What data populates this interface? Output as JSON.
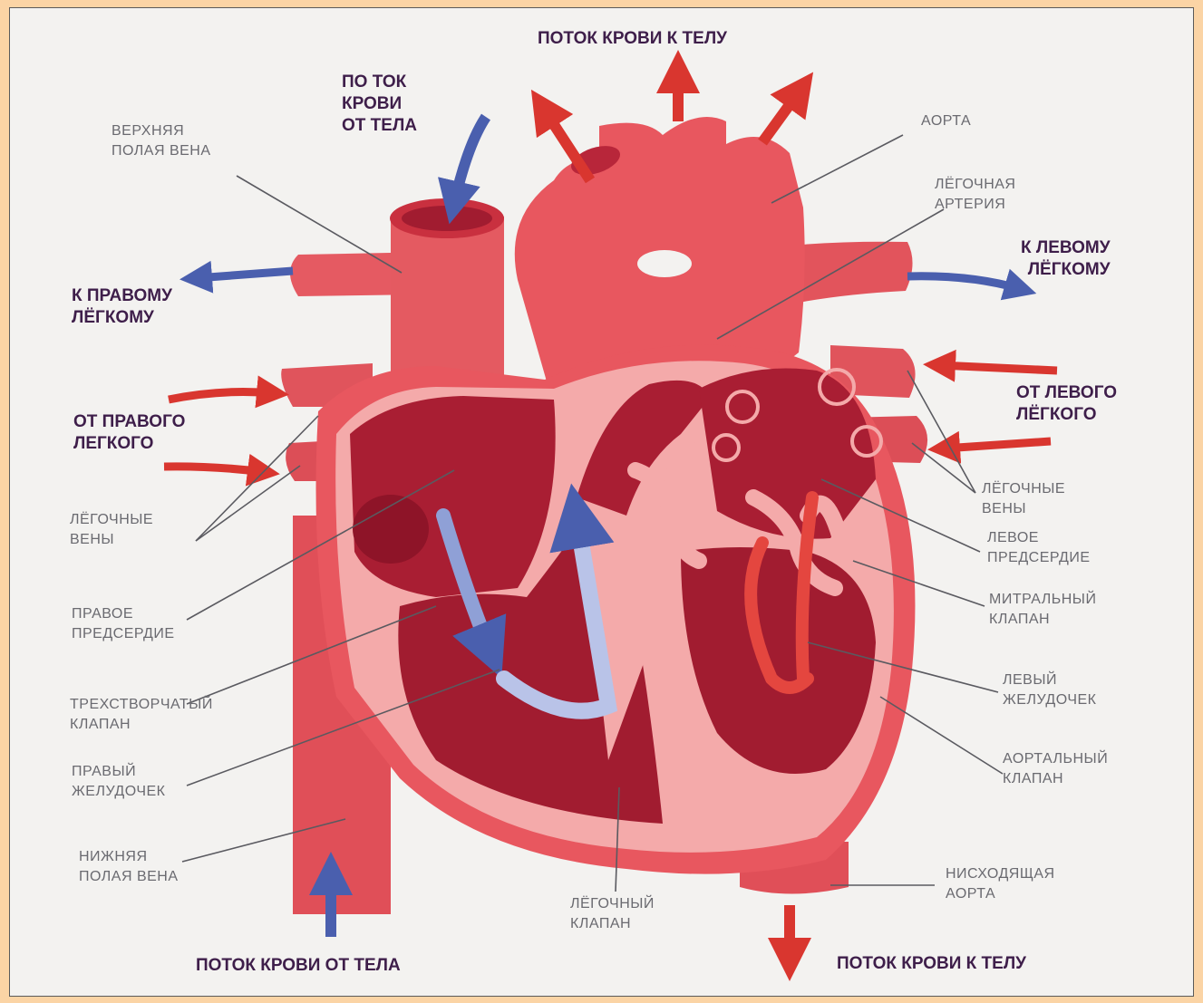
{
  "colors": {
    "background": "#F3F2F0",
    "heart_outer": "#E8575F",
    "heart_light": "#F3A7A6",
    "heart_dark": "#A91E33",
    "oxygenated_arrow": "#D9362F",
    "deoxygenated_arrow": "#4A5FAE",
    "flow_label": "#3E1E4A",
    "part_label": "#6A6A70"
  },
  "flow_labels": {
    "to_body_top": "ПОТОК КРОВИ К ТЕЛУ",
    "from_body_top": "ПО ТОК\nКРОВИ\nОТ ТЕЛА",
    "to_left_lung": "К ЛЕВОМУ\nЛЁГКОМУ",
    "to_right_lung": "К ПРАВОМУ\nЛЁГКОМУ",
    "from_right_lung": "ОТ ПРАВОГО\nЛЕГКОГО",
    "from_left_lung": "ОТ ЛЕВОГО\nЛЁГКОГО",
    "from_body_bottom": "ПОТОК КРОВИ ОТ ТЕЛА",
    "to_body_bottom": "ПОТОК КРОВИ К ТЕЛУ"
  },
  "part_labels": {
    "superior_vena_cava": "ВЕРХНЯЯ\nПОЛАЯ ВЕНА",
    "aorta": "АОРТА",
    "pulmonary_artery": "ЛЁГОЧНАЯ\nАРТЕРИЯ",
    "pulmonary_veins_left": "ЛЁГОЧНЫЕ\nВЕНЫ",
    "pulmonary_veins_right": "ЛЁГОЧНЫЕ\nВЕНЫ",
    "left_atrium": "ЛЕВОЕ\nПРЕДСЕРДИЕ",
    "mitral_valve": "МИТРАЛЬНЫЙ\nКЛАПАН",
    "left_ventricle": "ЛЕВЫЙ\nЖЕЛУДОЧЕК",
    "aortic_valve": "АОРТАЛЬНЫЙ\nКЛАПАН",
    "descending_aorta": "НИСХОДЯЩАЯ\nАОРТА",
    "right_atrium": "ПРАВОЕ\nПРЕДСЕРДИЕ",
    "tricuspid_valve": "ТРЕХСТВОРЧАТЫЙ\nКЛАПАН",
    "right_ventricle": "ПРАВЫЙ\nЖЕЛУДОЧЕК",
    "inferior_vena_cava": "НИЖНЯЯ\nПОЛАЯ ВЕНА",
    "pulmonary_valve": "ЛЁГОЧНЫЙ\nКЛАПАН"
  }
}
